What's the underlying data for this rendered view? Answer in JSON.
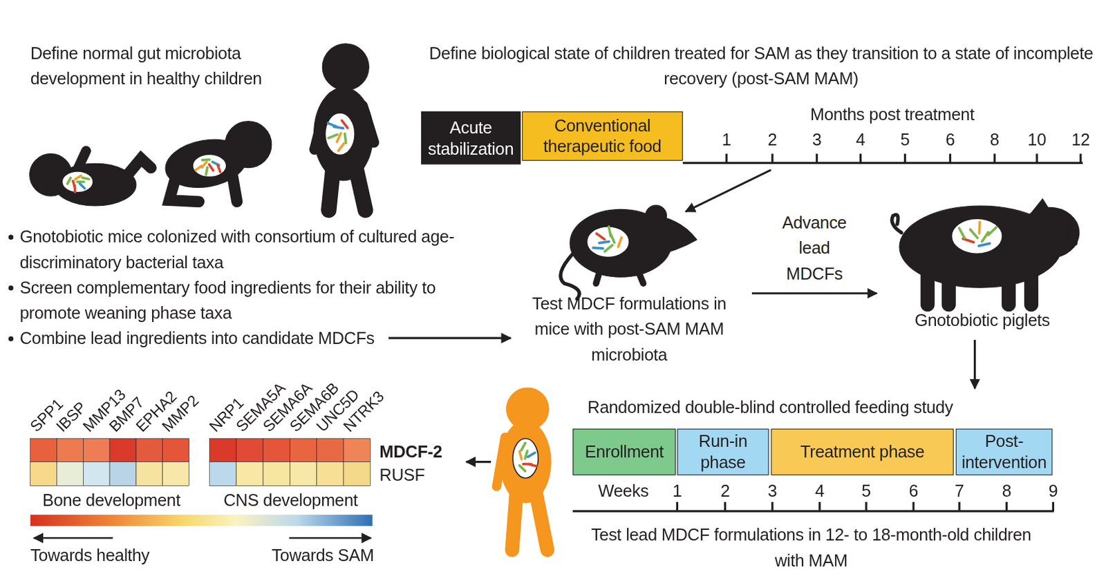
{
  "diagram": {
    "nodes": [
      {
        "text": [
          "Define normal gut microbiota development in healthy children",
          "Gnotobiotic mice colonized with consortium of cultured age-discriminatory bacterial taxa",
          "Screen complementary food ingredients for their ability to promote weaning phase taxa",
          "Combine lead ingredients into candidate MDCFs"
        ]
      },
      {
        "text": [
          "Define biological state of children treated for SAM as they transition to a state of incomplete recovery (post-SAM MAM)",
          "Months post treatment"
        ]
      },
      {
        "text": [
          "Acute stabilization"
        ],
        "in": 1
      },
      {
        "text": [
          "Conventional therapeutic food"
        ],
        "in": 1
      },
      {
        "text": [
          "Test MDCF formulations in mice with post-SAM MAM microbiota"
        ]
      },
      {
        "text": [
          "Gnotobiotic piglets"
        ]
      },
      {
        "text": [
          "Randomized double-blind controlled feeding study",
          "Weeks",
          "Test lead MDCF formulations in 12- to 18-month-old children with MAM"
        ]
      },
      {
        "text": [
          "Enrollment"
        ],
        "in": 6
      },
      {
        "text": [
          "Run-in phase"
        ],
        "in": 6
      },
      {
        "text": [
          "Treatment phase"
        ],
        "in": 6
      },
      {
        "text": [
          "Post-intervention"
        ],
        "in": 6
      },
      {
        "text": [
          "MDCF-2",
          "RUSF"
        ]
      }
    ],
    "edges": [
      {
        "from": 1,
        "to": 4,
        "arrow": "to"
      },
      {
        "from": 0,
        "to": 4,
        "arrow": "to"
      },
      {
        "from": 4,
        "to": 5,
        "label": "Advance lead MDCFs",
        "arrow": "to"
      },
      {
        "from": 5,
        "to": 6,
        "arrow": "to"
      },
      {
        "from": 6,
        "to": 11,
        "arrow": "to"
      }
    ],
    "labels": [
      "1",
      "2",
      "3",
      "4",
      "5",
      "6",
      "8",
      "10",
      "12",
      "1",
      "2",
      "3",
      "4",
      "5",
      "6",
      "7",
      "8",
      "9",
      "SPP1",
      "IBSP",
      "MMP13",
      "BMP7",
      "EPHA2",
      "MMP2",
      "NRP1",
      "SEMA5A",
      "SEMA6A",
      "SEMA6B",
      "UNC5D",
      "NTRK3",
      "Bone development",
      "CNS development",
      "Towards healthy",
      "Towards SAM"
    ]
  }
}
